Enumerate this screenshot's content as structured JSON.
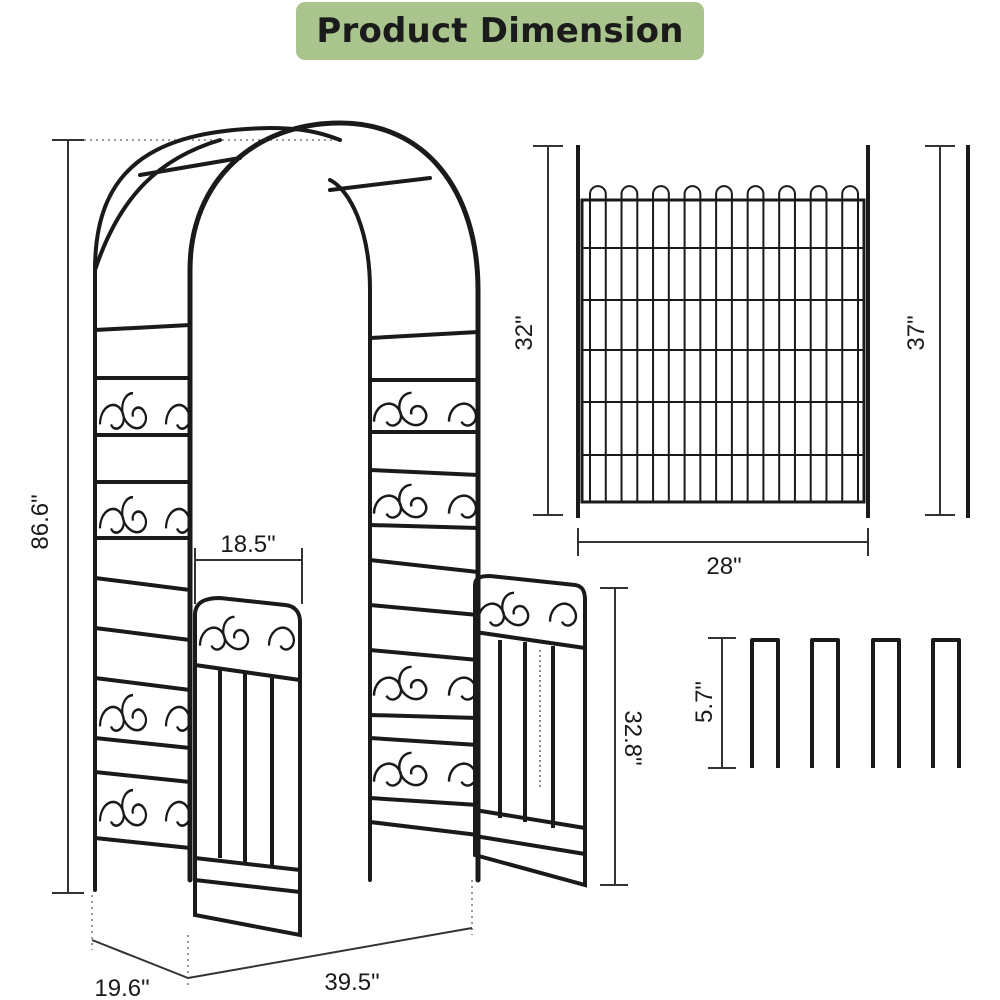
{
  "header": {
    "title": "Product Dimension"
  },
  "colors": {
    "banner_bg": "#a9c48c",
    "metal": "#1a1a1a",
    "dim_line": "#333333"
  },
  "dimensions": {
    "arch_height": "86.6\"",
    "arch_depth": "19.6\"",
    "arch_width": "39.5\"",
    "gate_width": "18.5\"",
    "gate_height": "32.8\"",
    "fence_height": "32\"",
    "fence_total_height": "37\"",
    "fence_width": "28\"",
    "stake_height": "5.7\""
  },
  "icons": [
    "arch-icon",
    "gate-icon",
    "fence-panel-icon",
    "u-stake-icon"
  ]
}
